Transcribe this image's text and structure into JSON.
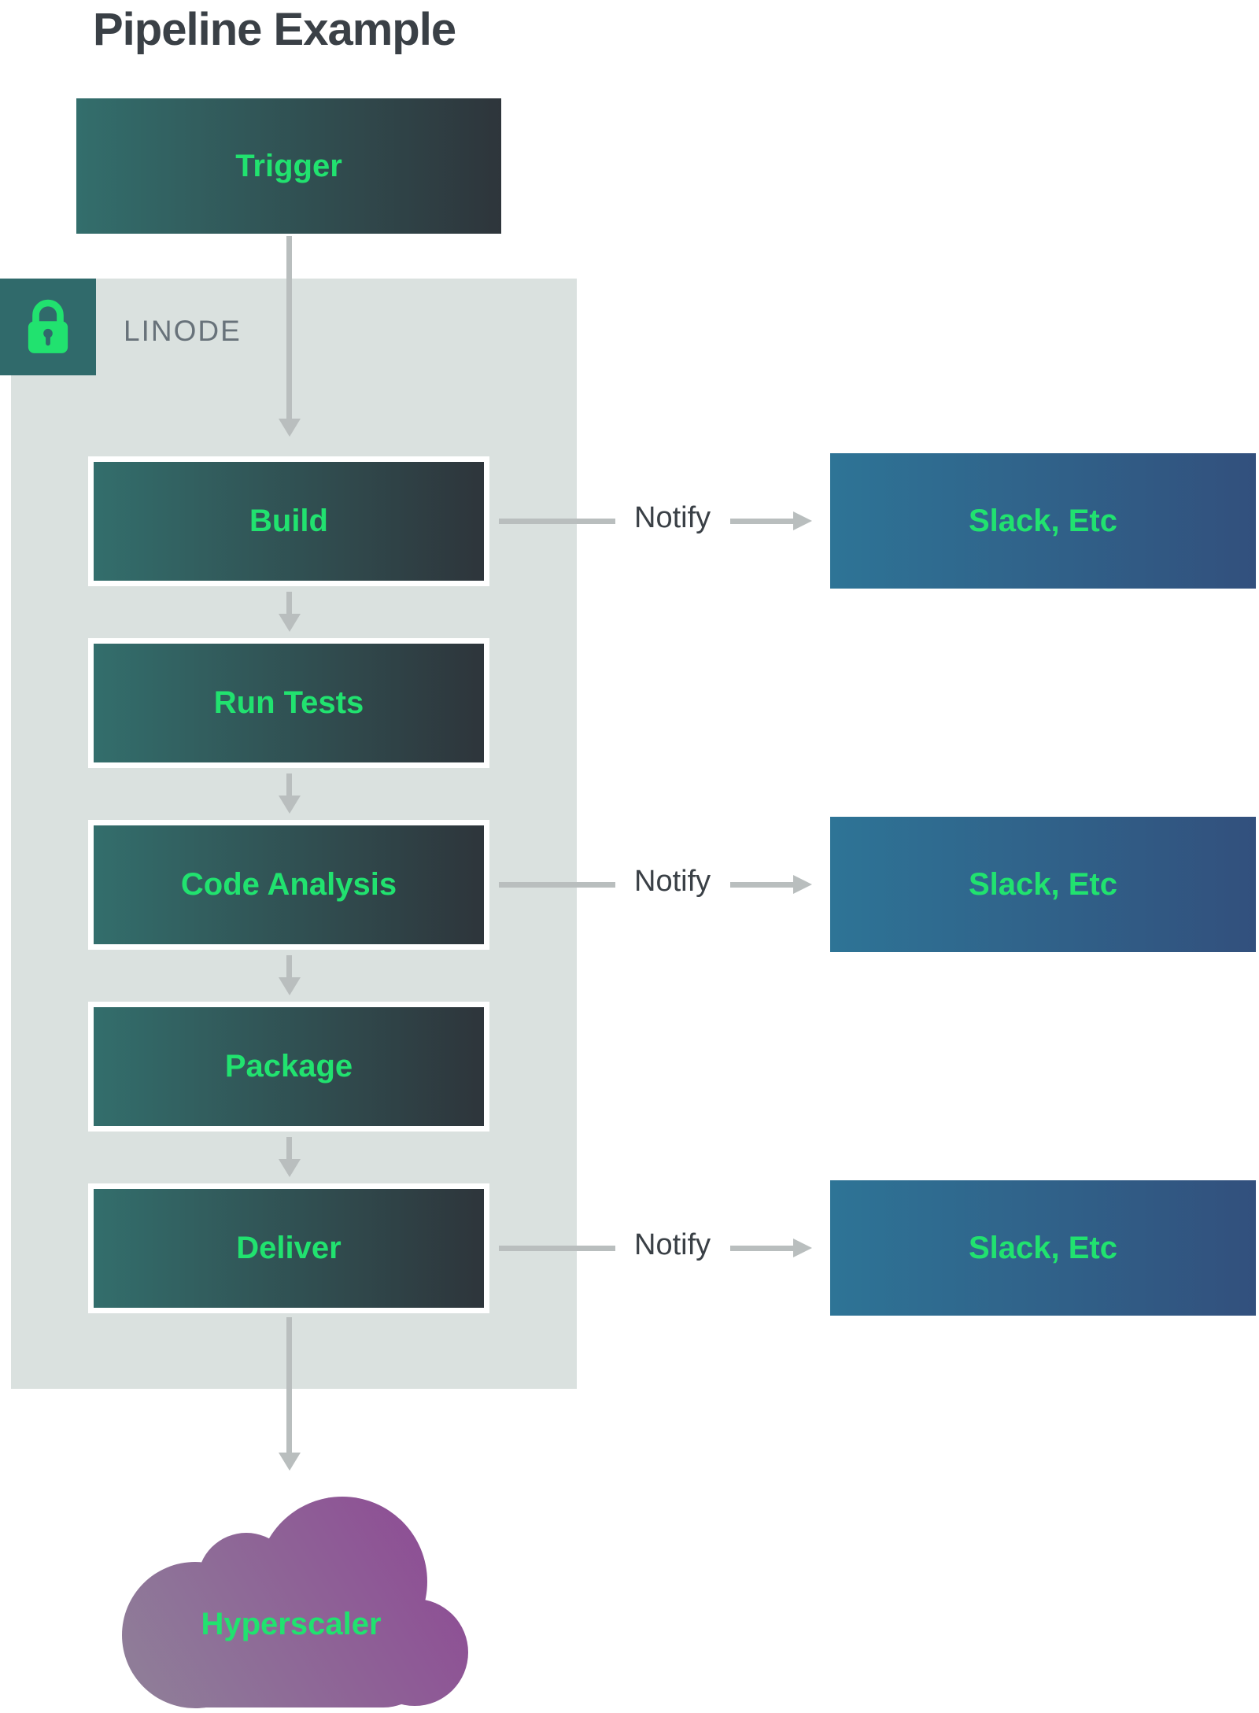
{
  "title": "Pipeline Example",
  "trigger": {
    "label": "Trigger"
  },
  "linode": {
    "label": "LINODE"
  },
  "stages": [
    {
      "label": "Build"
    },
    {
      "label": "Run Tests"
    },
    {
      "label": "Code Analysis"
    },
    {
      "label": "Package"
    },
    {
      "label": "Deliver"
    }
  ],
  "notify_rows": [
    {
      "label": "Notify",
      "target": "Slack, Etc"
    },
    {
      "label": "Notify",
      "target": "Slack, Etc"
    },
    {
      "label": "Notify",
      "target": "Slack, Etc"
    }
  ],
  "cloud": {
    "label": "Hyperscaler"
  },
  "colors": {
    "green": "#21e26f",
    "ink": "#3a4046",
    "muted": "#68727a",
    "panel_bg": "#dae1df",
    "lock_bg": "#306a6b",
    "arrow_gray": "#b9bebe",
    "stage_grad_1": "#336e6c",
    "stage_grad_2": "#2e353b",
    "slack_grad_1": "#2e7496",
    "slack_grad_2": "#32507d",
    "cloud_grad_1": "#8f8299",
    "cloud_grad_2": "#8d4794"
  }
}
